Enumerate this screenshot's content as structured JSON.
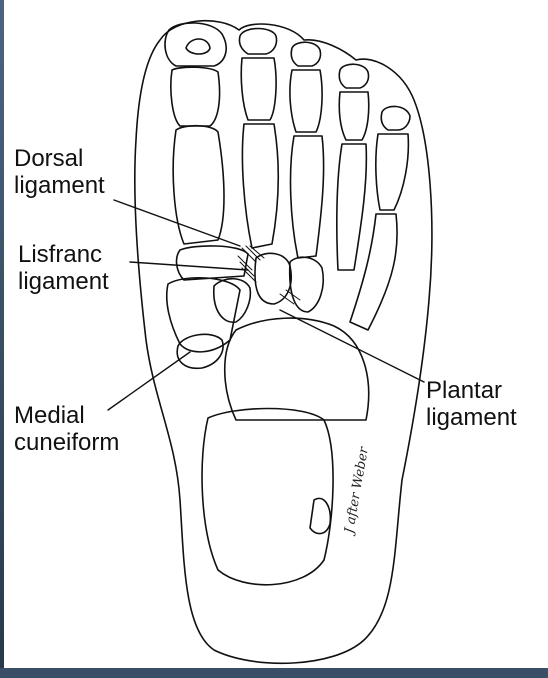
{
  "labels": {
    "dorsal": [
      "Dorsal",
      "ligament"
    ],
    "lisfranc": [
      "Lisfranc",
      "ligament"
    ],
    "medial": [
      "Medial",
      "cuneiform"
    ],
    "plantar": [
      "Plantar",
      "ligament"
    ]
  },
  "signature": "J after Weber",
  "colors": {
    "background": "#2e4258",
    "paper": "#ffffff",
    "ink": "#111111"
  }
}
